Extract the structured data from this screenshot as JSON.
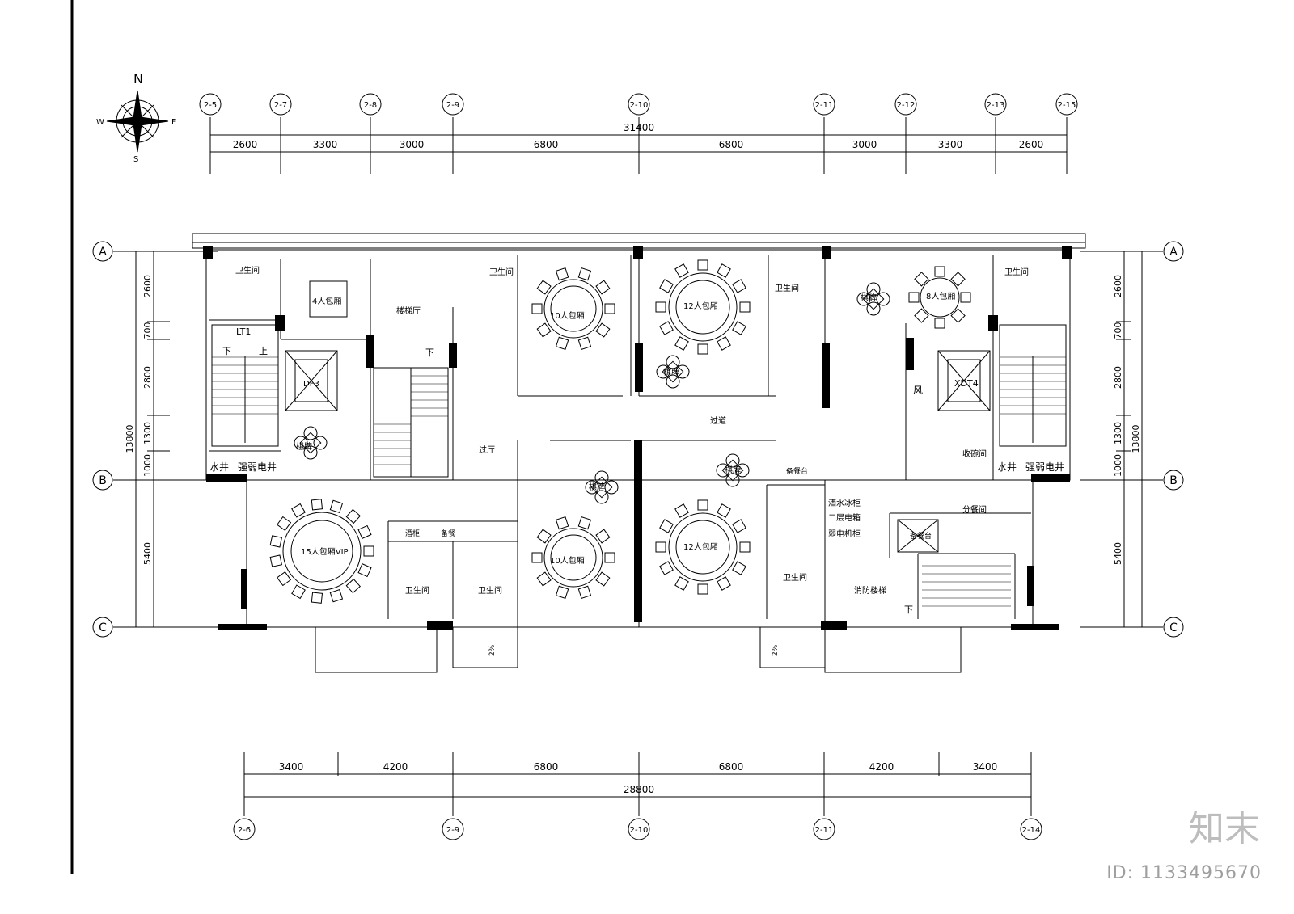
{
  "compass": {
    "n": "N",
    "s": "S",
    "e": "E",
    "w": "W"
  },
  "top_axes": [
    "2-5",
    "2-7",
    "2-8",
    "2-9",
    "2-10",
    "2-11",
    "2-12",
    "2-13",
    "2-15"
  ],
  "top_total": "31400",
  "top_dims": [
    "2600",
    "3300",
    "3000",
    "6800",
    "6800",
    "3000",
    "3300",
    "2600"
  ],
  "bottom_axes": [
    "2-6",
    "2-9",
    "2-10",
    "2-11",
    "2-14"
  ],
  "bottom_total": "28800",
  "bottom_dims": [
    "3400",
    "4200",
    "6800",
    "6800",
    "4200",
    "3400"
  ],
  "row_axes": [
    "A",
    "B",
    "C"
  ],
  "left_dims": [
    "2600",
    "700",
    "2800",
    "1300",
    "1000",
    "5400"
  ],
  "left_total": "13800",
  "rooms": {
    "wc1": "卫生间",
    "room4": "4人包厢",
    "stair_hall": "楼梯厅",
    "lt1": "LT1",
    "down": "下",
    "up": "上",
    "df3": "DF3",
    "chess": "棋牌",
    "water_shaft": "水井",
    "elec_shaft": "强弱电井",
    "room10a": "10人包厢",
    "room12a": "12人包厢",
    "room8": "8人包厢",
    "corridor": "过道",
    "hall": "过厅",
    "room15": "15人包厢VIP",
    "room10b": "10人包厢",
    "room12b": "12人包厢",
    "xdt4": "XDT4",
    "wind": "风",
    "receipt": "收碗间",
    "serving": "分餐间",
    "wine": "酒水冰柜",
    "panel": "二层电箱",
    "cabinet": "弱电机柜",
    "fire_stair": "消防楼梯",
    "service": "备餐台",
    "slope": "2%",
    "storage": "酒柜",
    "prep": "备餐"
  },
  "watermark": {
    "logo": "知末",
    "id": "ID: 1133495670"
  }
}
